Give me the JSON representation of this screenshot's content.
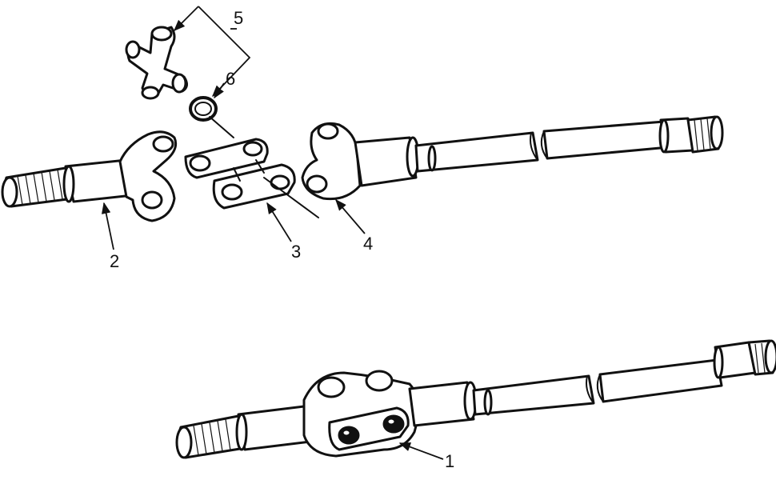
{
  "callouts": {
    "1": "1",
    "2": "2",
    "3": "3",
    "4": "4",
    "5": "5",
    "6": "6"
  },
  "colors": {
    "line": "#111111",
    "background": "#ffffff"
  }
}
